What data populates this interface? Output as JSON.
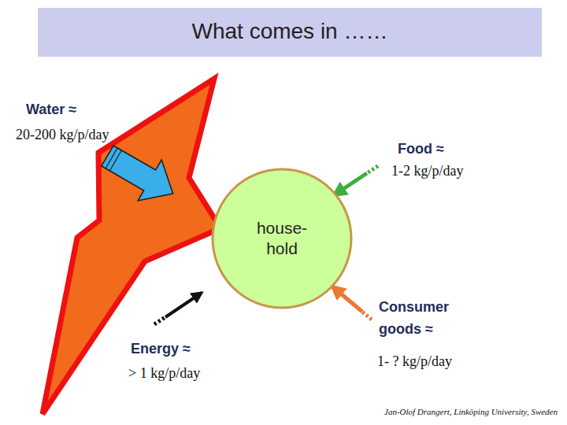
{
  "diagram": {
    "title": "What comes in ……",
    "nodes": [
      {
        "text": [
          "house- hold"
        ]
      }
    ],
    "labels": [
      "Water ≈",
      "20-200 kg/p/day",
      "Food ≈",
      "1-2 kg/p/day",
      "Consumer goods ≈",
      "1- ? kg/p/day",
      "Energy ≈",
      "> 1 kg/p/day",
      "Jan-Olof Drangert, Linköping University, Sweden"
    ]
  }
}
